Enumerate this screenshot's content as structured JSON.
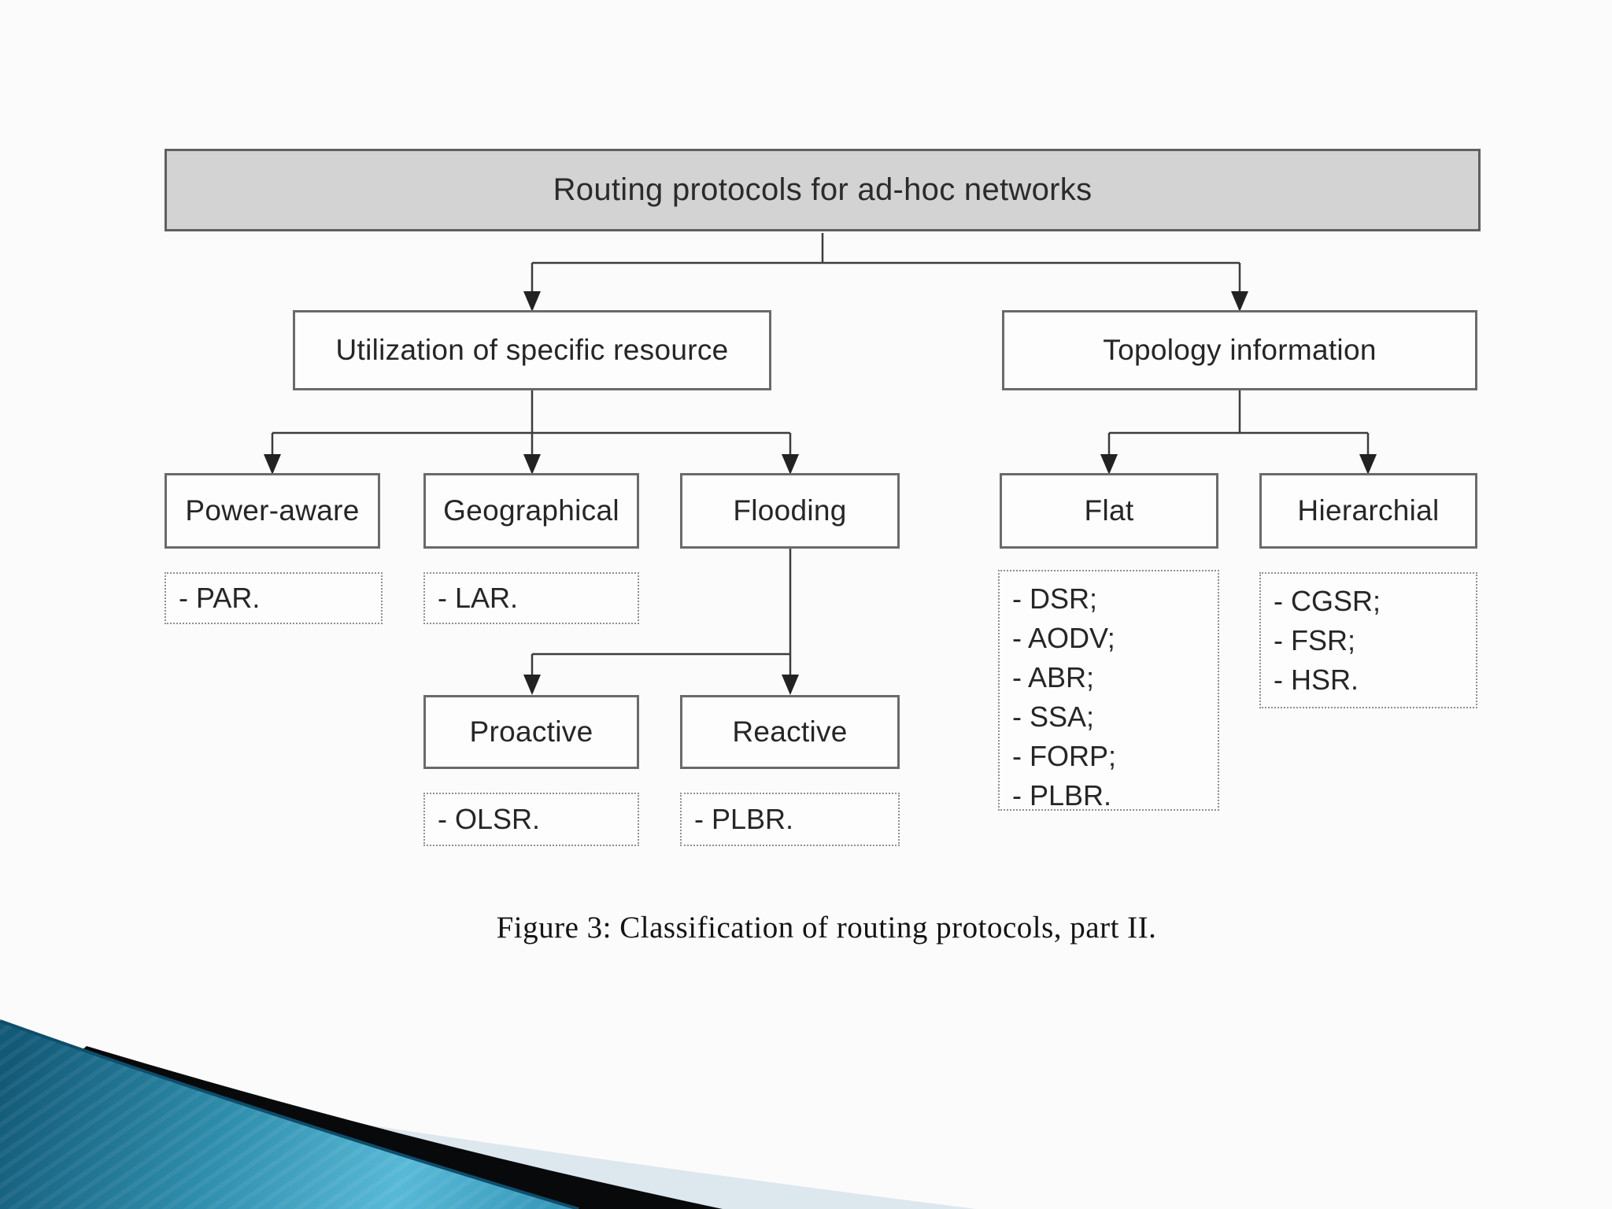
{
  "slide": {
    "figure": {
      "root_label": "Routing protocols for ad-hoc networks",
      "branch_left_label": "Utilization of specific resource",
      "branch_right_label": "Topology information",
      "nodes": {
        "power_aware": "Power-aware",
        "geographical": "Geographical",
        "flooding": "Flooding",
        "flat": "Flat",
        "hierarchial": "Hierarchial",
        "proactive": "Proactive",
        "reactive": "Reactive"
      },
      "protocols": {
        "power_aware": [
          "- PAR."
        ],
        "geographical": [
          "- LAR."
        ],
        "flat": [
          "- DSR;",
          "- AODV;",
          "- ABR;",
          "- SSA;",
          "- FORP;",
          "- PLBR."
        ],
        "hierarchial": [
          "- CGSR;",
          "- FSR;",
          "- HSR."
        ],
        "proactive": [
          "- OLSR."
        ],
        "reactive": [
          "- PLBR."
        ]
      },
      "caption": "Figure 3: Classification of routing protocols, part II."
    },
    "colors": {
      "root_box_fill": "#d3d3d3",
      "box_border": "#6a6a6a",
      "connector_line": "#3d3d3d",
      "teal_swoosh": "#3f9fc0",
      "teal_swoosh_dark": "#135a78",
      "teal_swoosh_light": "#58b9d7",
      "black_swoosh": "#07090a",
      "pale_swoosh": "#dde7ee"
    }
  }
}
